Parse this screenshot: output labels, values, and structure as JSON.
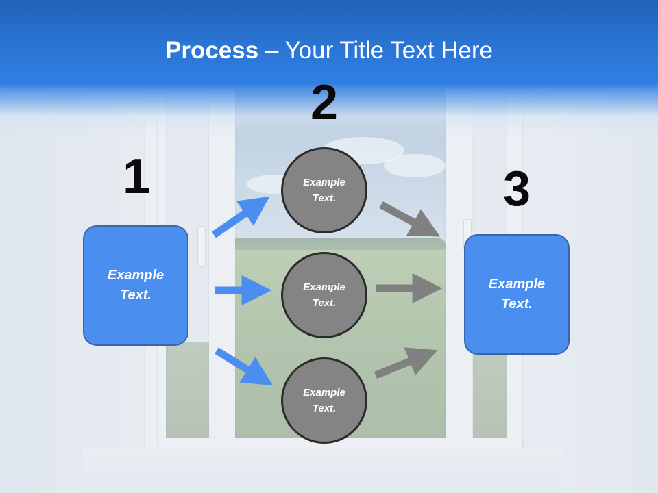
{
  "slide": {
    "title_bold": "Process",
    "title_rest": " – Your Title Text Here"
  },
  "diagram": {
    "steps": [
      {
        "number": "1",
        "label": "Example\nText."
      },
      {
        "number": "2",
        "label": ""
      },
      {
        "number": "3",
        "label": "Example\nText."
      }
    ],
    "circles": [
      {
        "label": "Example\nText."
      },
      {
        "label": "Example\nText."
      },
      {
        "label": "Example\nText."
      }
    ]
  },
  "colors": {
    "title_band": "#2a73d2",
    "box_fill": "#4a8ff0",
    "box_border": "#3a66a6",
    "circle_fill": "#848484",
    "circle_border": "#2b2b2b",
    "arrow_blue": "#4a8ff0",
    "arrow_gray": "#808080"
  }
}
